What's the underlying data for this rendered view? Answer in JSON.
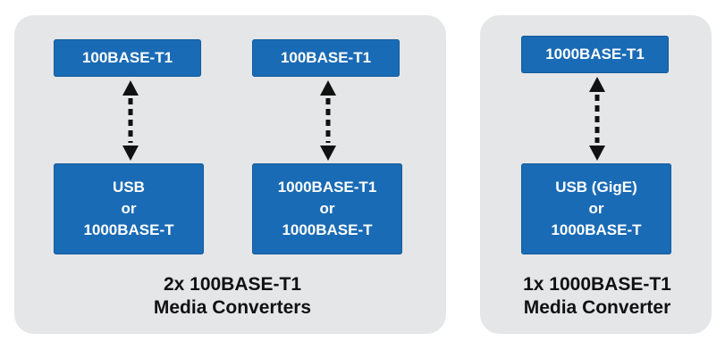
{
  "left_group": {
    "caption": [
      "2x 100BASE-T1",
      "Media Converters"
    ],
    "converter_1": {
      "top_label": "100BASE-T1",
      "bottom_lines": [
        "USB",
        "or",
        "1000BASE-T"
      ]
    },
    "converter_2": {
      "top_label": "100BASE-T1",
      "bottom_lines": [
        "1000BASE-T1",
        "or",
        "1000BASE-T"
      ]
    }
  },
  "right_group": {
    "caption": [
      "1x 1000BASE-T1",
      "Media Converter"
    ],
    "converter_1": {
      "top_label": "1000BASE-T1",
      "bottom_lines": [
        "USB (GigE)",
        "or",
        "1000BASE-T"
      ]
    }
  },
  "colors": {
    "box_fill": "#1a6bb5",
    "panel_fill": "#e5e6e8",
    "arrow": "#111111"
  }
}
